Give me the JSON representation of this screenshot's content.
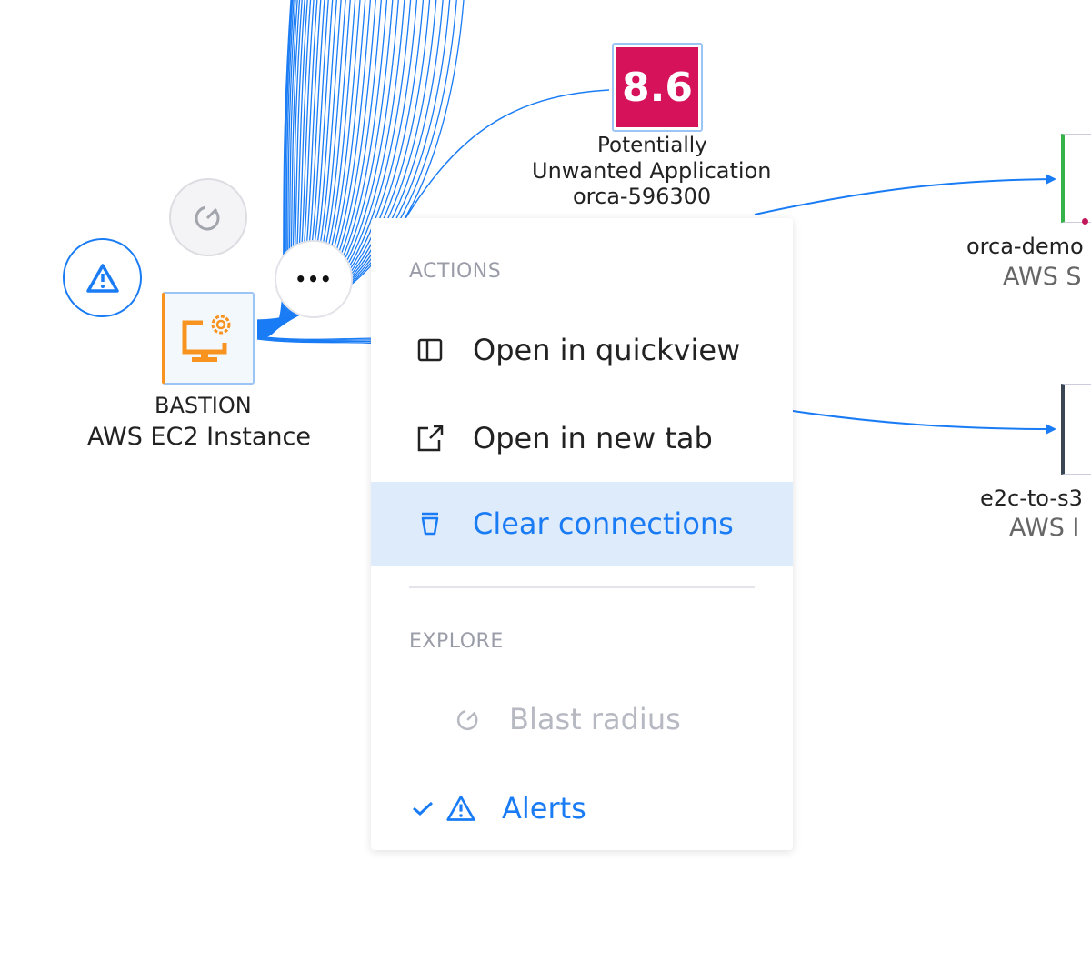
{
  "colors": {
    "accent": "#1a7cf5",
    "score": "#d6125a",
    "ec2": "#f7931e",
    "s3": "#35b34a",
    "disabled": "#b7b9c2",
    "highlight": "#deebfb"
  },
  "nodes": {
    "bastion": {
      "name": "BASTION",
      "type": "AWS EC2 Instance",
      "icon": "ec2-instance-icon"
    },
    "alert": {
      "score": "8.6",
      "line1": "Potentially",
      "line2": "Unwanted Application",
      "line3": "orca-596300"
    },
    "s3": {
      "name": "orca-demo",
      "type": "AWS S"
    },
    "iam": {
      "name": "e2c-to-s3",
      "type": "AWS I"
    }
  },
  "node_controls": {
    "more_label": "•••",
    "alerts_icon": "warning-icon",
    "blast_icon": "blast-radius-icon"
  },
  "menu": {
    "actions_header": "ACTIONS",
    "open_quickview": "Open in quickview",
    "open_new_tab": "Open in new tab",
    "clear_connections": "Clear connections",
    "explore_header": "EXPLORE",
    "blast_radius": "Blast radius",
    "alerts": "Alerts",
    "alerts_checked": true,
    "blast_radius_enabled": false
  }
}
